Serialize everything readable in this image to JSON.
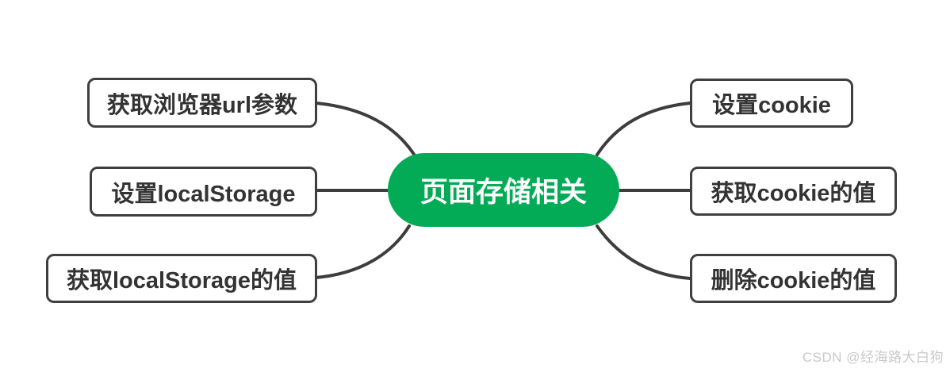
{
  "diagram": {
    "type": "mindmap",
    "center": {
      "label": "页面存储相关",
      "fill_color": "#04ab56",
      "text_color": "#ffffff"
    },
    "left_nodes": [
      {
        "label": "获取浏览器url参数"
      },
      {
        "label": "设置localStorage"
      },
      {
        "label": "获取localStorage的值"
      }
    ],
    "right_nodes": [
      {
        "label": "设置cookie"
      },
      {
        "label": "获取cookie的值"
      },
      {
        "label": "删除cookie的值"
      }
    ],
    "connections": [
      "获取浏览器url参数 - 页面存储相关",
      "设置localStorage - 页面存储相关",
      "获取localStorage的值 - 页面存储相关",
      "页面存储相关 - 设置cookie",
      "页面存储相关 - 获取cookie的值",
      "页面存储相关 - 删除cookie的值"
    ],
    "colors": {
      "line": "#3d3d3d",
      "node_border": "#3f3f3f",
      "node_text": "#333333",
      "background": "#ffffff"
    }
  },
  "watermark": {
    "text": "CSDN @经海路大白狗"
  }
}
